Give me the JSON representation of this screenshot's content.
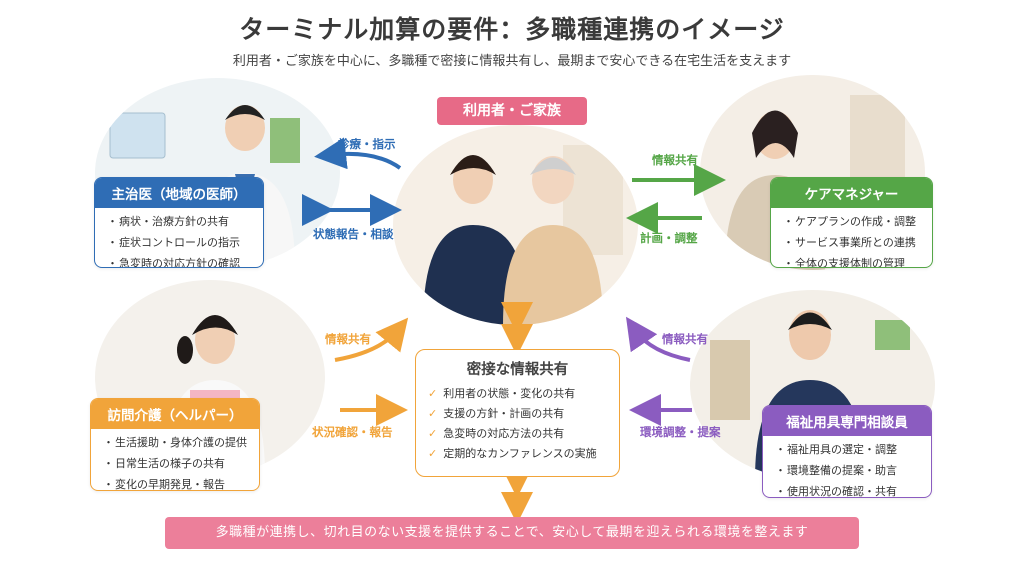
{
  "title": "ターミナル加算の要件：多職種連携のイメージ",
  "subtitle": "利用者・ご家族を中心に、多職種で密接に情報共有し、最期まで安心できる在宅生活を支えます",
  "center_badge": "利用者・ご家族",
  "doctor": {
    "title": "主治医（地域の医師）",
    "items": [
      "病状・治療方針の共有",
      "症状コントロールの指示",
      "急変時の対応方針の確認"
    ],
    "arrow_out": "診療・指示",
    "arrow_in": "状態報告・相談",
    "color": "#2f6db5"
  },
  "care_manager": {
    "title": "ケアマネジャー",
    "items": [
      "ケアプランの作成・調整",
      "サービス事業所との連携",
      "全体の支援体制の管理"
    ],
    "arrow_out": "情報共有",
    "arrow_in": "計画・調整",
    "color": "#55a647"
  },
  "helper": {
    "title": "訪問介護（ヘルパー）",
    "items": [
      "生活援助・身体介護の提供",
      "日常生活の様子の共有",
      "変化の早期発見・報告"
    ],
    "arrow_out": "情報共有",
    "arrow_in": "状況確認・報告",
    "color": "#f1a43a"
  },
  "equipment": {
    "title": "福祉用具専門相談員",
    "items": [
      "福祉用具の選定・調整",
      "環境整備の提案・助言",
      "使用状況の確認・共有"
    ],
    "arrow_out": "情報共有",
    "arrow_in": "環境調整・提案",
    "color": "#8b5cc0"
  },
  "center": {
    "title": "密接な情報共有",
    "items": [
      "利用者の状態・変化の共有",
      "支援の方針・計画の共有",
      "急変時の対応方法の共有",
      "定期的なカンファレンスの実施"
    ]
  },
  "footer": "多職種が連携し、切れ目のない支援を提供することで、安心して最期を迎えられる環境を整えます"
}
